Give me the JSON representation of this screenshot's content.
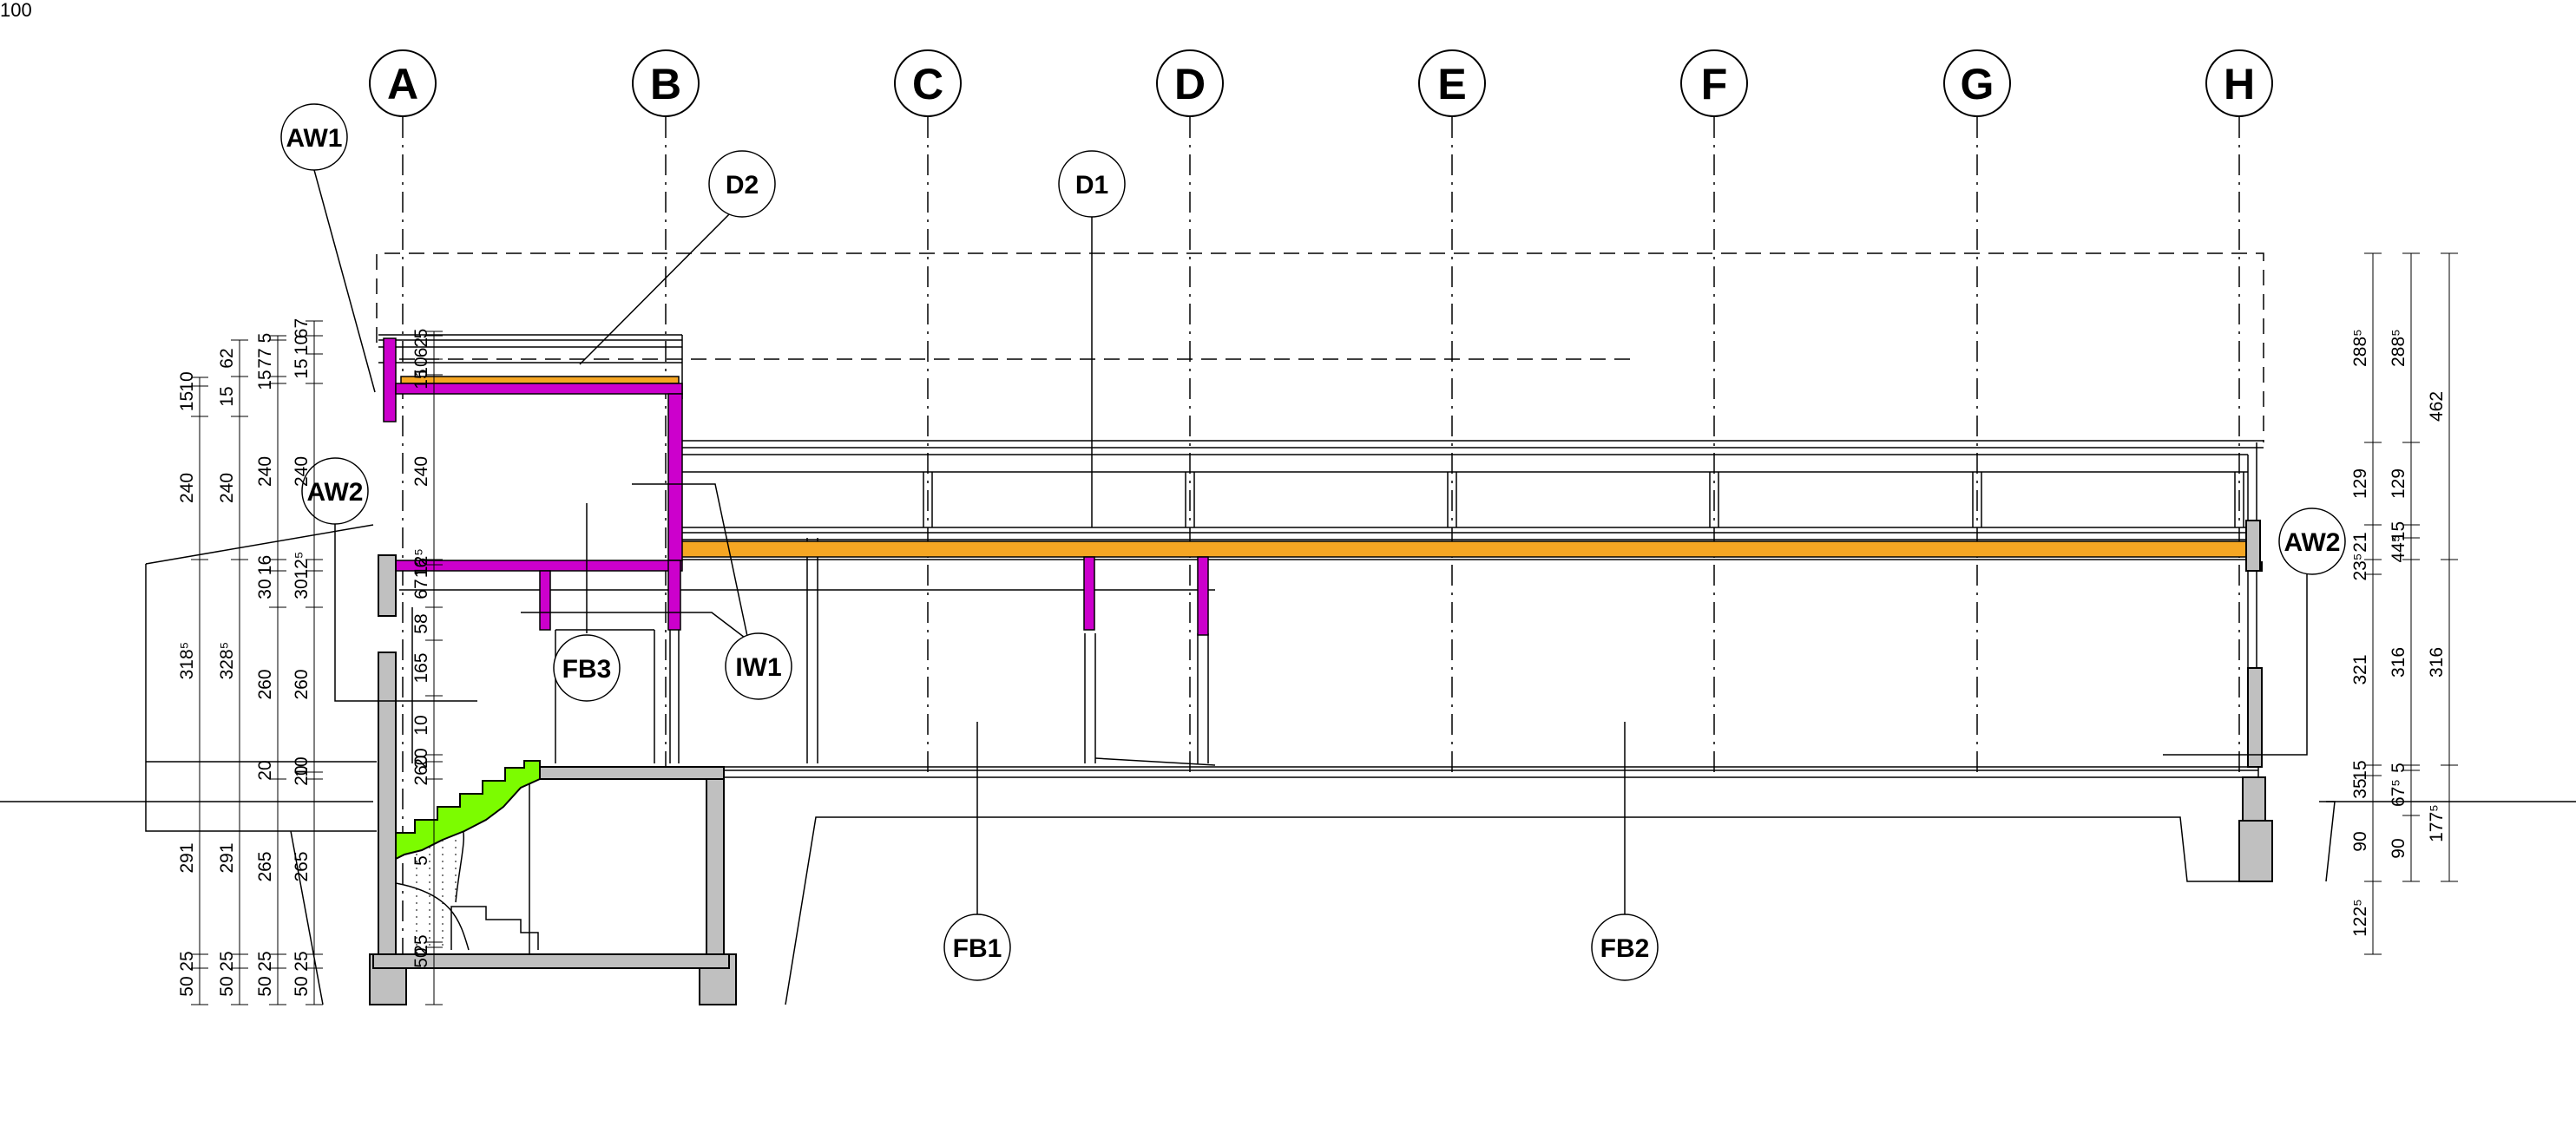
{
  "scale_label": "100",
  "colors": {
    "slab_orange": "#F5A623",
    "wall_magenta": "#CC00CC",
    "stair_green": "#7CFC00",
    "concrete_grey": "#C0C0C0",
    "line": "#000000"
  },
  "grid_labels": [
    "A",
    "B",
    "C",
    "D",
    "E",
    "F",
    "G",
    "H"
  ],
  "tags": {
    "aw1": "AW1",
    "aw2_left": "AW2",
    "aw2_right": "AW2",
    "d1": "D1",
    "d2": "D2",
    "fb1": "FB1",
    "fb2": "FB2",
    "fb3": "FB3",
    "iw1": "IW1"
  },
  "dims": {
    "c1": [
      "10",
      "15",
      "240",
      "318⁵",
      "291",
      "25",
      "50"
    ],
    "c2": [
      "62",
      "15",
      "240",
      "328⁵",
      "291",
      "25",
      "50"
    ],
    "c3": [
      "5",
      "77",
      "15",
      "240",
      "16",
      "30",
      "260",
      "20",
      "265",
      "25",
      "50"
    ],
    "c4": [
      "67",
      "10",
      "15",
      "240",
      "12⁵",
      "30",
      "260",
      "10",
      "20",
      "265",
      "25",
      "50"
    ],
    "c5": [
      "5",
      "62",
      "10",
      "15",
      "240",
      "12⁵",
      "16",
      "67",
      "58",
      "165",
      "10",
      "20",
      "260",
      "5",
      "25",
      "50"
    ],
    "r1": [
      "288⁵",
      "129",
      "21",
      "23⁵",
      "321",
      "15",
      "35",
      "90",
      "122⁵"
    ],
    "r2": [
      "288⁵",
      "129",
      "15",
      "44⁵",
      "316",
      "5",
      "67⁵",
      "90"
    ],
    "r3": [
      "462",
      "316",
      "177⁵"
    ]
  }
}
